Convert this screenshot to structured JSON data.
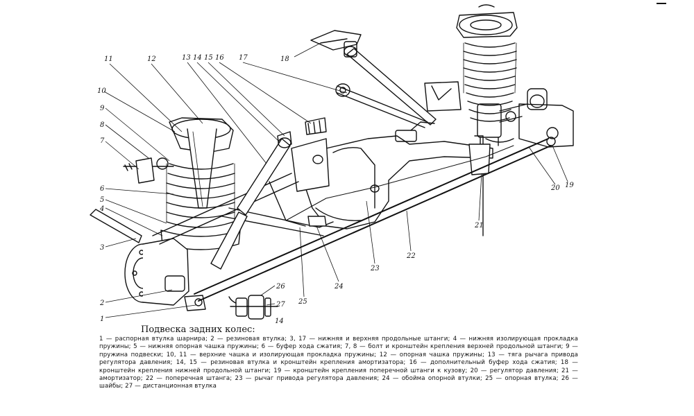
{
  "caption": {
    "title": "Подвеска задних колес:",
    "text": "1 — распорная втулка шарнира; 2 — резиновая втулка; 3, 17 — нижняя и верхняя продольные штанги; 4 — нижняя изолирующая прокладка пружины; 5 — нижняя опорная чашка пружины; 6 — буфер хода сжатия; 7, 8 — болт и кронштейн крепления верхней продольной штанги; 9 — пружина подвески; 10, 11 — верхние чашка и изолирующая прокладка пружины; 12 — опорная чашка пружины; 13 — тяга рычага привода регулятора давления; 14, 15 — резиновая втулка и кронштейн крепления амортизатора; 16 — дополнительный буфер хода сжатия; 18 — кронштейн крепления нижней продольной штанги; 19 — кронштейн крепления поперечной штанги к кузову; 20 — регулятор давления; 21 — амортизатор; 22 — поперечная штанга; 23 — рычаг привода регулятора давления; 24 — обойма опорной втулки; 25 — опорная втулка; 26 — шайбы; 27 — дистанционная втулка"
  },
  "labels": [
    "1",
    "2",
    "3",
    "4",
    "5",
    "6",
    "7",
    "8",
    "9",
    "10",
    "11",
    "12",
    "13",
    "14",
    "15",
    "16",
    "17",
    "18",
    "19",
    "20",
    "21",
    "22",
    "23",
    "24",
    "25",
    "26",
    "27",
    "14"
  ]
}
